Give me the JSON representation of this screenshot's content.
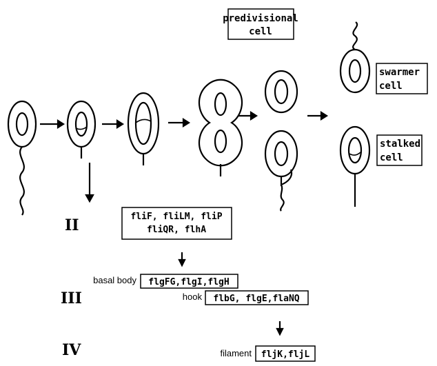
{
  "labels": {
    "predivisional_line1": "predivisional",
    "predivisional_line2": "cell",
    "swarmer_line1": "swarmer",
    "swarmer_line2": "cell",
    "stalked_line1": "stalked",
    "stalked_line2": "cell"
  },
  "class_ii": {
    "numeral": "II",
    "genes_line1": "fliF, fliLM, fliP",
    "genes_line2": "fliQR, flhA"
  },
  "class_iii": {
    "numeral": "III",
    "basal_body_label": "basal body",
    "basal_body_genes": "flgFG,flgI,flgH",
    "hook_label": "hook",
    "hook_genes": "flbG, flgE,flaNQ"
  },
  "class_iv": {
    "numeral": "IV",
    "filament_label": "filament",
    "filament_genes": "fljK,fljL"
  }
}
